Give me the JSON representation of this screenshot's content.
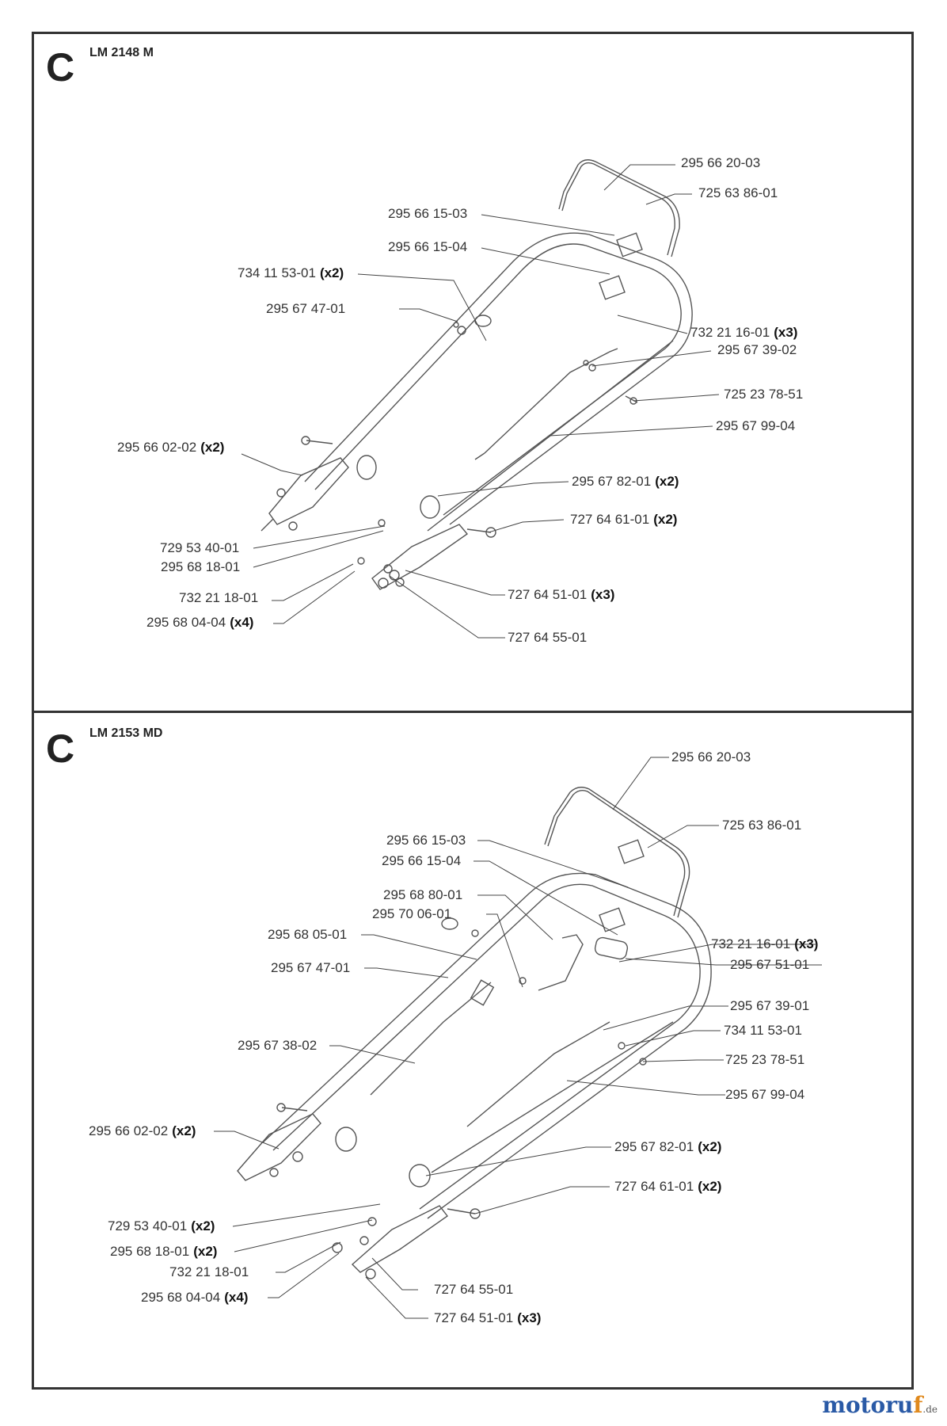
{
  "sections": [
    {
      "letter": "C",
      "model": "LM 2148 M",
      "labels": [
        {
          "part": "295 66 20-03",
          "qty": ""
        },
        {
          "part": "725 63 86-01",
          "qty": ""
        },
        {
          "part": "295 66 15-03",
          "qty": ""
        },
        {
          "part": "295 66 15-04",
          "qty": ""
        },
        {
          "part": "734 11 53-01",
          "qty": "(x2)"
        },
        {
          "part": "295 67 47-01",
          "qty": ""
        },
        {
          "part": "732 21 16-01",
          "qty": "(x3)"
        },
        {
          "part": "295 67 39-02",
          "qty": ""
        },
        {
          "part": "725 23 78-51",
          "qty": ""
        },
        {
          "part": "295 67 99-04",
          "qty": ""
        },
        {
          "part": "295 66 02-02",
          "qty": "(x2)"
        },
        {
          "part": "295 67 82-01",
          "qty": "(x2)"
        },
        {
          "part": "727 64 61-01",
          "qty": "(x2)"
        },
        {
          "part": "729 53 40-01",
          "qty": ""
        },
        {
          "part": "295 68 18-01",
          "qty": ""
        },
        {
          "part": "732 21 18-01",
          "qty": ""
        },
        {
          "part": "727 64 51-01",
          "qty": "(x3)"
        },
        {
          "part": "295 68 04-04",
          "qty": "(x4)"
        },
        {
          "part": "727 64 55-01",
          "qty": ""
        }
      ]
    },
    {
      "letter": "C",
      "model": "LM 2153 MD",
      "labels": [
        {
          "part": "295 66 20-03",
          "qty": ""
        },
        {
          "part": "725 63 86-01",
          "qty": ""
        },
        {
          "part": "295 66 15-03",
          "qty": ""
        },
        {
          "part": "295 66 15-04",
          "qty": ""
        },
        {
          "part": "295 68 80-01",
          "qty": ""
        },
        {
          "part": "295 70 06-01",
          "qty": ""
        },
        {
          "part": "295 68 05-01",
          "qty": ""
        },
        {
          "part": "732 21 16-01",
          "qty": "(x3)"
        },
        {
          "part": "295 67 51-01",
          "qty": ""
        },
        {
          "part": "295 67 47-01",
          "qty": ""
        },
        {
          "part": "295 67 39-01",
          "qty": ""
        },
        {
          "part": "734 11 53-01",
          "qty": ""
        },
        {
          "part": "295 67 38-02",
          "qty": ""
        },
        {
          "part": "725 23 78-51",
          "qty": ""
        },
        {
          "part": "295 67 99-04",
          "qty": ""
        },
        {
          "part": "295 66 02-02",
          "qty": "(x2)"
        },
        {
          "part": "295 67 82-01",
          "qty": "(x2)"
        },
        {
          "part": "727 64 61-01",
          "qty": "(x2)"
        },
        {
          "part": "729 53 40-01",
          "qty": "(x2)"
        },
        {
          "part": "295 68 18-01",
          "qty": "(x2)"
        },
        {
          "part": "732 21 18-01",
          "qty": ""
        },
        {
          "part": "727 64 55-01",
          "qty": ""
        },
        {
          "part": "295 68 04-04",
          "qty": "(x4)"
        },
        {
          "part": "727 64 51-01",
          "qty": "(x3)"
        }
      ]
    }
  ],
  "watermark": {
    "brand_main": "motoru",
    "brand_f": "f",
    "brand_tld": ".de"
  }
}
